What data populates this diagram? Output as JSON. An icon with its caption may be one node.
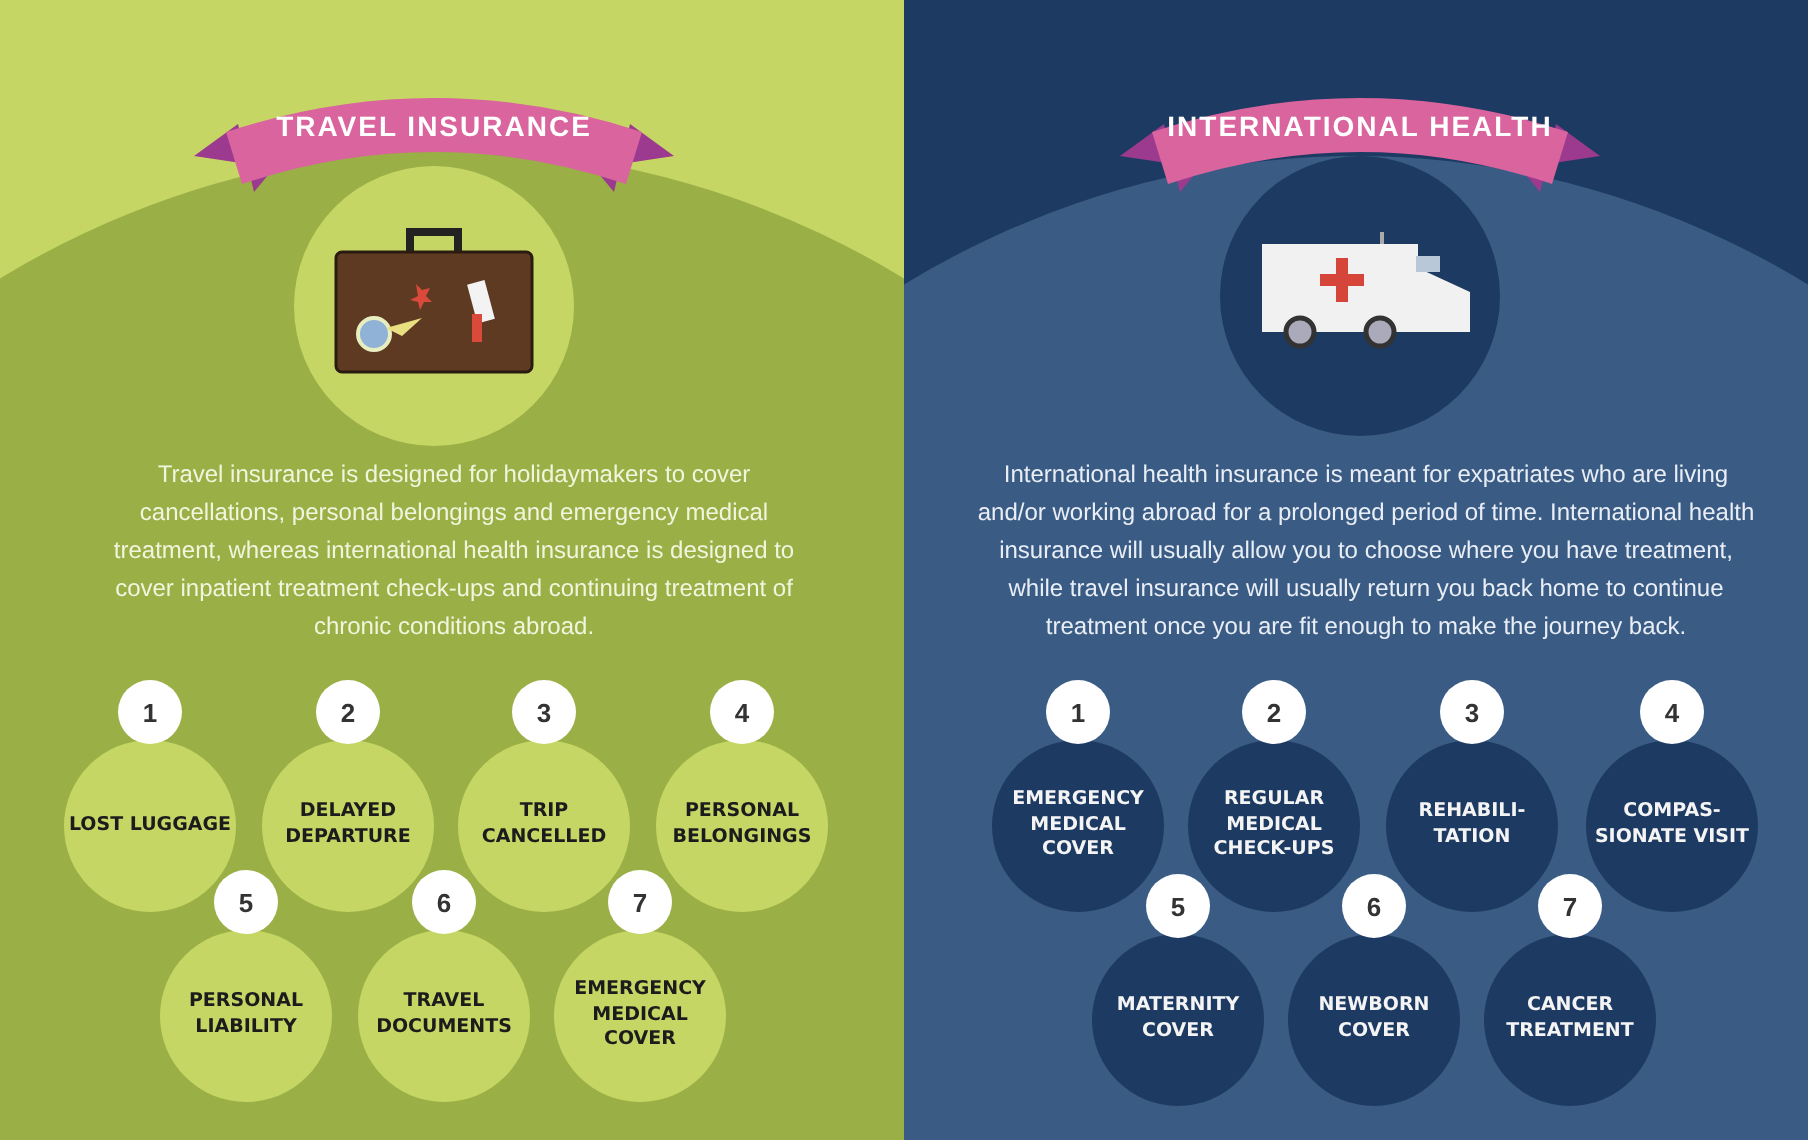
{
  "diagram": {
    "nodes": [
      {
        "text": [
          "TRAVEL INSURANCE"
        ]
      },
      {
        "text": [
          "1",
          "LOST LUGGAGE"
        ]
      },
      {
        "text": [
          "2",
          "DELAYED DEPARTURE"
        ]
      },
      {
        "text": [
          "3",
          "TRIP CANCELLED"
        ]
      },
      {
        "text": [
          "4",
          "PERSONAL BELONGINGS"
        ]
      },
      {
        "text": [
          "5",
          "PERSONAL LIABILITY"
        ]
      },
      {
        "text": [
          "6",
          "TRAVEL DOCUMENTS"
        ]
      },
      {
        "text": [
          "7",
          "EMERGENCY MEDICAL COVER"
        ]
      },
      {
        "text": [
          "INTERNATIONAL HEALTH"
        ]
      },
      {
        "text": [
          "1",
          "EMERGENCY MEDICAL COVER"
        ]
      },
      {
        "text": [
          "2",
          "REGULAR MEDICAL CHECK-UPS"
        ]
      },
      {
        "text": [
          "3",
          "REHABILI- TATION"
        ]
      },
      {
        "text": [
          "4",
          "COMPAS- SIONATE VISIT"
        ]
      },
      {
        "text": [
          "5",
          "MATERNITY COVER"
        ]
      },
      {
        "text": [
          "6",
          "NEWBORN COVER"
        ]
      },
      {
        "text": [
          "7",
          "CANCER TREATMENT"
        ]
      }
    ],
    "labels": [
      "Travel insurance is designed for holidaymakers to cover cancellations, personal belongings and emergency medical treatment, whereas international health insurance is designed to cover inpatient treatment check-ups and continuing treatment of chronic conditions abroad.",
      "International health insurance is meant for expatriates who are living and/or working abroad for a prolonged period of time. International health insurance will usually allow you to choose where you have treatment, while travel insurance will usually return you back home to continue treatment once you are fit enough to make the journey back."
    ]
  }
}
